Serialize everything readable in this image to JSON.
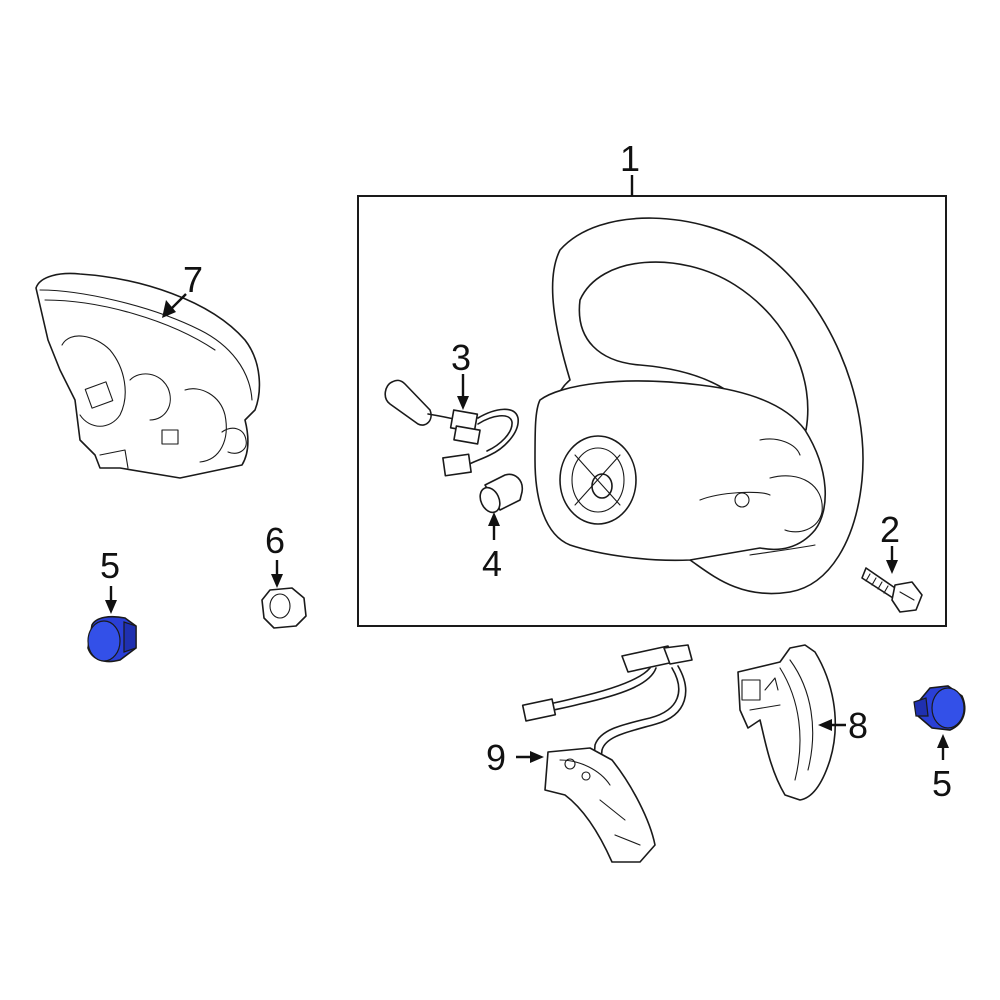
{
  "callouts": {
    "c1": "1",
    "c2": "2",
    "c3": "3",
    "c4": "4",
    "c5_left": "5",
    "c5_right": "5",
    "c6": "6",
    "c7": "7",
    "c8": "8",
    "c9": "9"
  },
  "colors": {
    "highlight": "#2a3fd6",
    "line": "#1a1a1a",
    "background": "#ffffff"
  }
}
